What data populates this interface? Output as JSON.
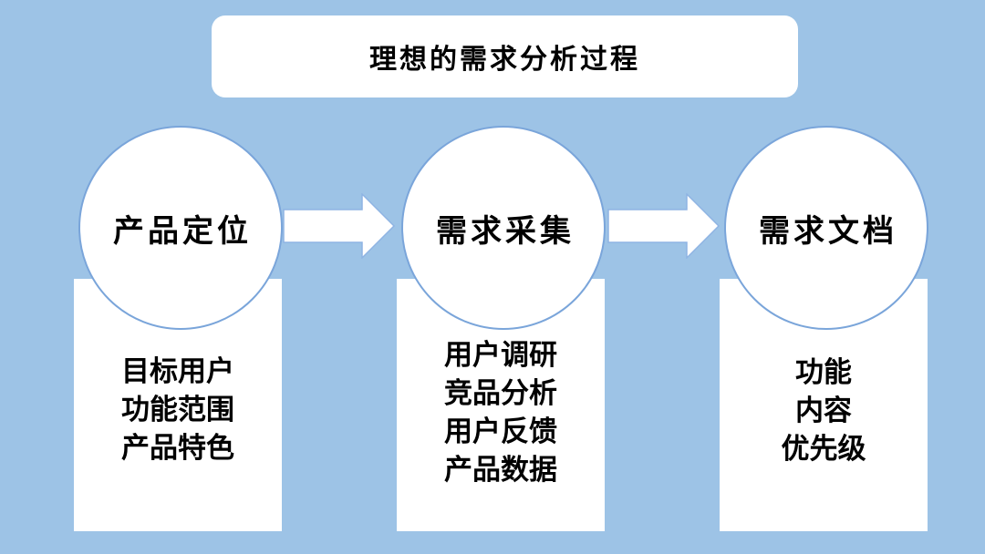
{
  "title": "理想的需求分析过程",
  "stages": [
    {
      "name": "产品定位",
      "items": [
        "目标用户",
        "功能范围",
        "产品特色"
      ]
    },
    {
      "name": "需求采集",
      "items": [
        "用户调研",
        "竞品分析",
        "用户反馈",
        "产品数据"
      ]
    },
    {
      "name": "需求文档",
      "items": [
        "功能",
        "内容",
        "优先级"
      ]
    }
  ],
  "icons": {
    "flow_connector": "right-arrow-icon"
  },
  "colors": {
    "background": "#9DC3E6",
    "shape_fill": "#FFFFFF",
    "circle_border": "#7AA5DA",
    "arrow_outline": "#8FB4E3",
    "text": "#000000"
  }
}
